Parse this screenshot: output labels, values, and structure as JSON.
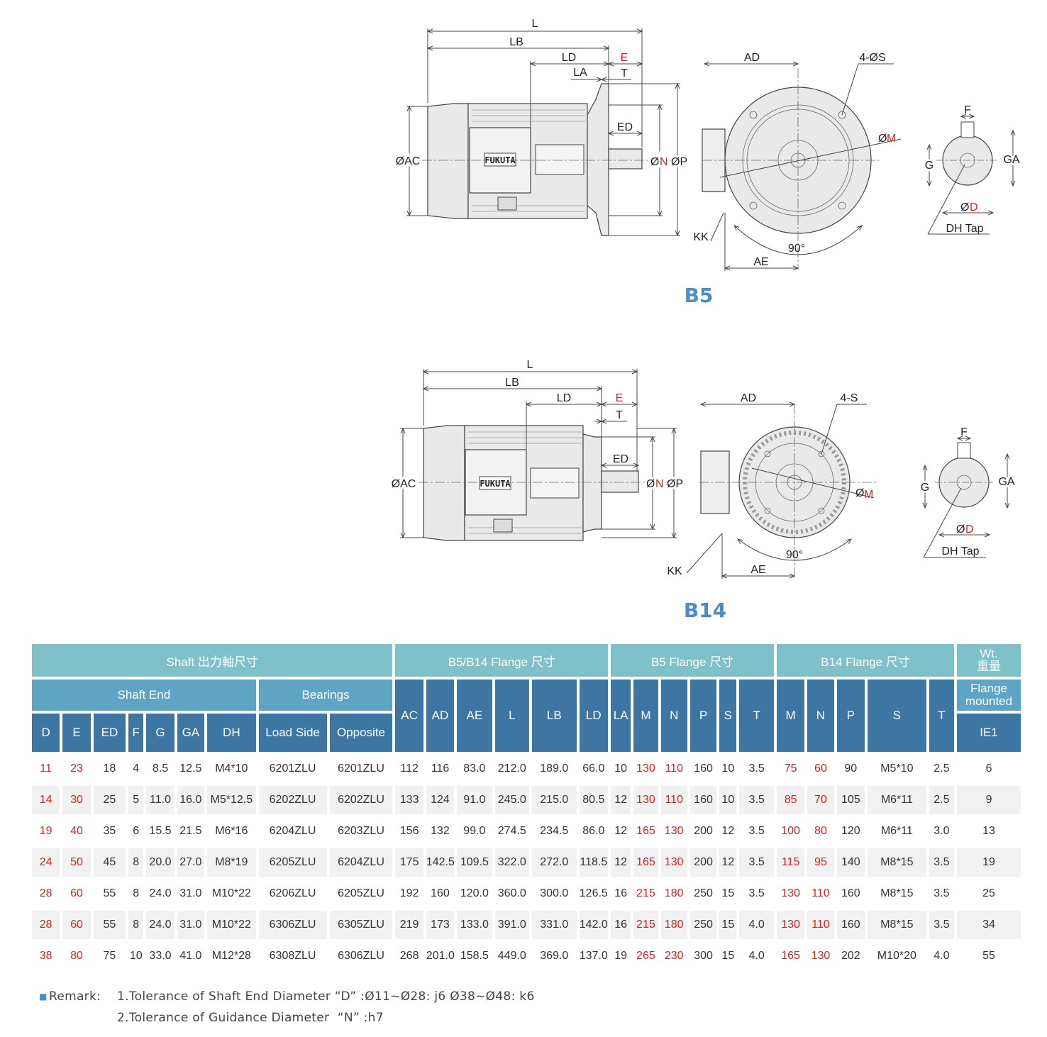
{
  "drawings": {
    "b5": {
      "title": "B5",
      "side_labels": {
        "L": "L",
        "LB": "LB",
        "LD": "LD",
        "E": "E",
        "LA": "LA",
        "T": "T",
        "ED": "ED",
        "AC": "ØAC",
        "N": "N",
        "N_prefix": "Ø",
        "P": "ØP",
        "brand": "FUKUTA"
      },
      "front_labels": {
        "AD": "AD",
        "S": "4-ØS",
        "M": "M",
        "M_prefix": "Ø",
        "KK": "KK",
        "angle": "90°",
        "AE": "AE"
      },
      "shaft_labels": {
        "F": "F",
        "G": "G",
        "GA": "GA",
        "D": "D",
        "D_prefix": "Ø",
        "DH": "DH Tap"
      }
    },
    "b14": {
      "title": "B14",
      "side_labels": {
        "L": "L",
        "LB": "LB",
        "LD": "LD",
        "E": "E",
        "T": "T",
        "ED": "ED",
        "AC": "ØAC",
        "N": "N",
        "N_prefix": "Ø",
        "P": "ØP",
        "brand": "FUKUTA"
      },
      "front_labels": {
        "AD": "AD",
        "S": "4-S",
        "M": "M",
        "M_prefix": "Ø",
        "KK": "KK",
        "angle": "90°",
        "AE": "AE"
      },
      "shaft_labels": {
        "F": "F",
        "G": "G",
        "GA": "GA",
        "D": "D",
        "D_prefix": "Ø",
        "DH": "DH Tap"
      }
    }
  },
  "table": {
    "groups": [
      "Shaft 出力軸尺寸",
      "B5/B14 Flange 尺寸",
      "B5 Flange 尺寸",
      "B14 Flange 尺寸",
      "Wt.\n重量"
    ],
    "subgroups": {
      "shaft_end": "Shaft End",
      "bearings": "Bearings",
      "flange_mounted": "Flange\nmounted"
    },
    "columns": [
      "D",
      "E",
      "ED",
      "F",
      "G",
      "GA",
      "DH",
      "Load Side",
      "Opposite",
      "AC",
      "AD",
      "AE",
      "L",
      "LB",
      "LD",
      "LA",
      "M",
      "N",
      "P",
      "S",
      "T",
      "M",
      "N",
      "P",
      "S",
      "T",
      "IE1"
    ],
    "rows": [
      [
        "11",
        "23",
        "18",
        "4",
        "8.5",
        "12.5",
        "M4*10",
        "6201ZLU",
        "6201ZLU",
        "112",
        "116",
        "83.0",
        "212.0",
        "189.0",
        "66.0",
        "10",
        "130",
        "110",
        "160",
        "10",
        "3.5",
        "75",
        "60",
        "90",
        "M5*10",
        "2.5",
        "6"
      ],
      [
        "14",
        "30",
        "25",
        "5",
        "11.0",
        "16.0",
        "M5*12.5",
        "6202ZLU",
        "6202ZLU",
        "133",
        "124",
        "91.0",
        "245.0",
        "215.0",
        "80.5",
        "12",
        "130",
        "110",
        "160",
        "10",
        "3.5",
        "85",
        "70",
        "105",
        "M6*11",
        "2.5",
        "9"
      ],
      [
        "19",
        "40",
        "35",
        "6",
        "15.5",
        "21.5",
        "M6*16",
        "6204ZLU",
        "6203ZLU",
        "156",
        "132",
        "99.0",
        "274.5",
        "234.5",
        "86.0",
        "12",
        "165",
        "130",
        "200",
        "12",
        "3.5",
        "100",
        "80",
        "120",
        "M6*11",
        "3.0",
        "13"
      ],
      [
        "24",
        "50",
        "45",
        "8",
        "20.0",
        "27.0",
        "M8*19",
        "6205ZLU",
        "6204ZLU",
        "175",
        "142.5",
        "109.5",
        "322.0",
        "272.0",
        "118.5",
        "12",
        "165",
        "130",
        "200",
        "12",
        "3.5",
        "115",
        "95",
        "140",
        "M8*15",
        "3.5",
        "19"
      ],
      [
        "28",
        "60",
        "55",
        "8",
        "24.0",
        "31.0",
        "M10*22",
        "6206ZLU",
        "6205ZLU",
        "192",
        "160",
        "120.0",
        "360.0",
        "300.0",
        "126.5",
        "16",
        "215",
        "180",
        "250",
        "15",
        "3.5",
        "130",
        "110",
        "160",
        "M8*15",
        "3.5",
        "25"
      ],
      [
        "28",
        "60",
        "55",
        "8",
        "24.0",
        "31.0",
        "M10*22",
        "6306ZLU",
        "6305ZLU",
        "219",
        "173",
        "133.0",
        "391.0",
        "331.0",
        "142.0",
        "16",
        "215",
        "180",
        "250",
        "15",
        "4.0",
        "130",
        "110",
        "160",
        "M8*15",
        "3.5",
        "34"
      ],
      [
        "38",
        "80",
        "75",
        "10",
        "33.0",
        "41.0",
        "M12*28",
        "6308ZLU",
        "6306ZLU",
        "268",
        "201.0",
        "158.5",
        "449.0",
        "369.0",
        "137.0",
        "19",
        "265",
        "230",
        "300",
        "15",
        "4.0",
        "165",
        "130",
        "202",
        "M10*20",
        "4.0",
        "55"
      ]
    ]
  },
  "remarks": {
    "label": "Remark:",
    "lines": [
      "1.Tolerance of Shaft End Diameter “D” :Ø11~Ø28: j6 Ø38~Ø48: k6",
      "2.Tolerance of Guidance Diameter  “N” :h7"
    ]
  },
  "colors": {
    "header_group": "#7fc1c8",
    "header_sub": "#5ea5c5",
    "header_col": "#3e76a3",
    "highlight": "#e02020",
    "title": "#4a8ccf"
  }
}
